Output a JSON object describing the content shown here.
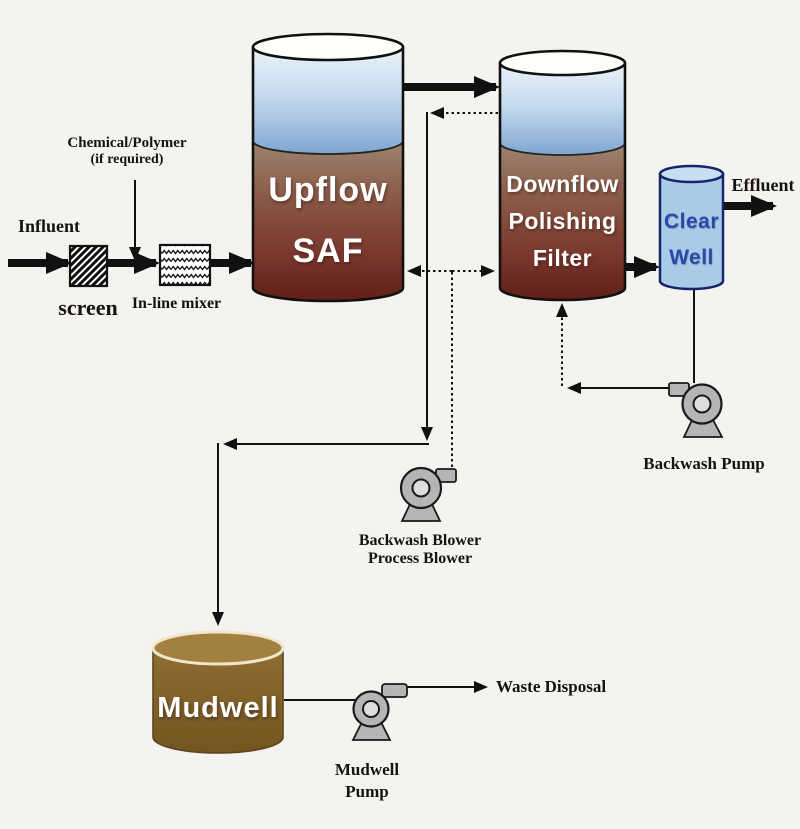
{
  "labels": {
    "influent": "Influent",
    "chemical_line1": "Chemical/Polymer",
    "chemical_line2": "(if required)",
    "screen": "screen",
    "inline_mixer": "In-line mixer",
    "effluent": "Effluent",
    "backwash_pump": "Backwash Pump",
    "blower_line1": "Backwash Blower",
    "blower_line2": "Process Blower",
    "mudwell_pump_line1": "Mudwell",
    "mudwell_pump_line2": "Pump",
    "waste_disposal": "Waste Disposal"
  },
  "tanks": {
    "upflow_saf": {
      "line1": "Upflow",
      "line2": "SAF"
    },
    "polishing_filter": {
      "line1": "Downflow",
      "line2": "Polishing",
      "line3": "Filter"
    },
    "clear_well": {
      "line1": "Clear",
      "line2": "Well"
    },
    "mudwell": {
      "label": "Mudwell"
    }
  },
  "colors": {
    "background": "#f5f3ef",
    "water_blue_top": "#e9f2f9",
    "water_blue_bottom": "#7fa6d1",
    "media_brown_top": "#9c8571",
    "media_brown_mid": "#7b382e",
    "media_brown_bottom": "#611f19",
    "clear_well_fill": "#a9cbe8",
    "clear_well_outline": "#16246b",
    "clear_well_text": "#2b4aa8",
    "mudwell_brown": "#8f6e33",
    "mudwell_rim": "#efe6cd",
    "pump_gray": "#b5b5b5",
    "line_black": "#111111"
  }
}
